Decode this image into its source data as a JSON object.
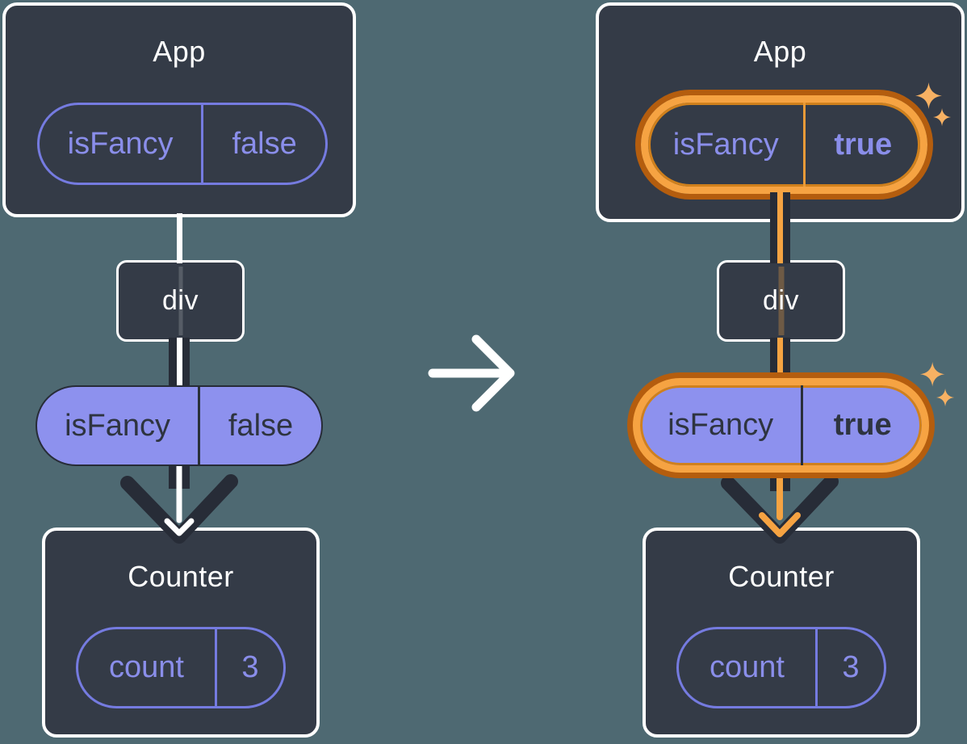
{
  "diagram_title": "state-preserved-when-prop-changes",
  "before": {
    "app_title": "App",
    "app_prop_name": "isFancy",
    "app_prop_value": "false",
    "div_label": "div",
    "passed_prop_name": "isFancy",
    "passed_prop_value": "false",
    "counter_title": "Counter",
    "counter_state_name": "count",
    "counter_state_value": "3"
  },
  "after": {
    "app_title": "App",
    "app_prop_name": "isFancy",
    "app_prop_value": "true",
    "div_label": "div",
    "passed_prop_name": "isFancy",
    "passed_prop_value": "true",
    "counter_title": "Counter",
    "counter_state_name": "count",
    "counter_state_value": "3"
  },
  "icons": {
    "transition": "right-arrow-icon",
    "highlight": "sparkles-icon"
  },
  "colors": {
    "background": "#4E6972",
    "card_fill": "#343B47",
    "card_border": "#FFFFFF",
    "purple_outline": "#757BE0",
    "purple_text": "#8A8EEA",
    "purple_fill": "#8D91EE",
    "dark_text": "#2E3440",
    "connector_dark": "#272C37",
    "connector_white": "#FFFFFF",
    "highlight_orange": "#F6A342",
    "highlight_orange_dark": "#B45D0E",
    "sparkle_orange": "#F7B163"
  }
}
